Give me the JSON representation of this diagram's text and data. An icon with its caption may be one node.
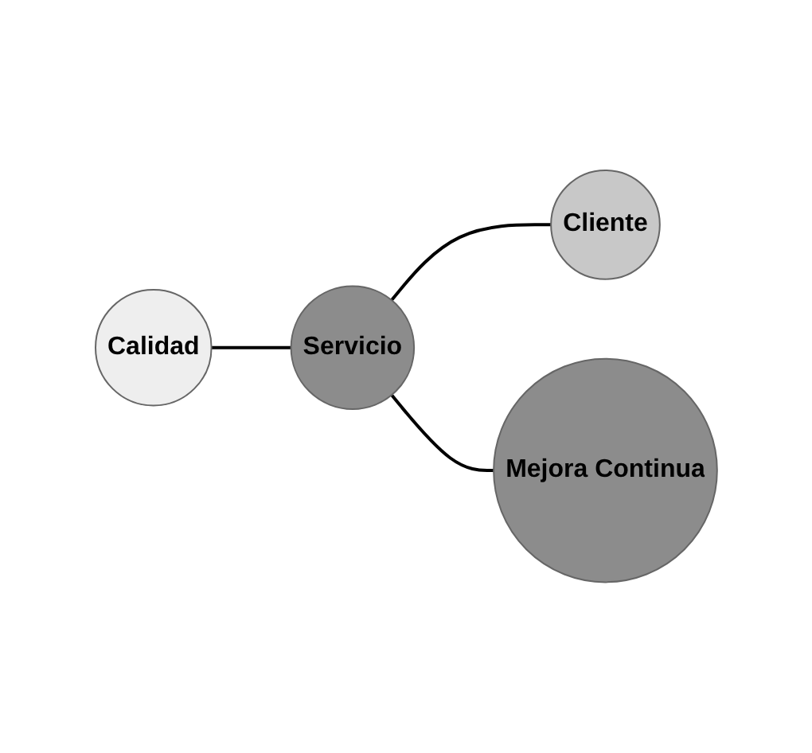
{
  "diagram": {
    "nodes": [
      {
        "text": [
          "Cliente"
        ]
      },
      {
        "text": [
          "Calidad"
        ]
      },
      {
        "text": [
          "Servicio"
        ]
      },
      {
        "text": [
          "Mejora Continua"
        ]
      }
    ],
    "edges": [
      {
        "from": 2,
        "to": 0,
        "arrow": "none"
      },
      {
        "from": 1,
        "to": 2,
        "arrow": "none"
      },
      {
        "from": 2,
        "to": 3,
        "arrow": "none"
      }
    ]
  }
}
